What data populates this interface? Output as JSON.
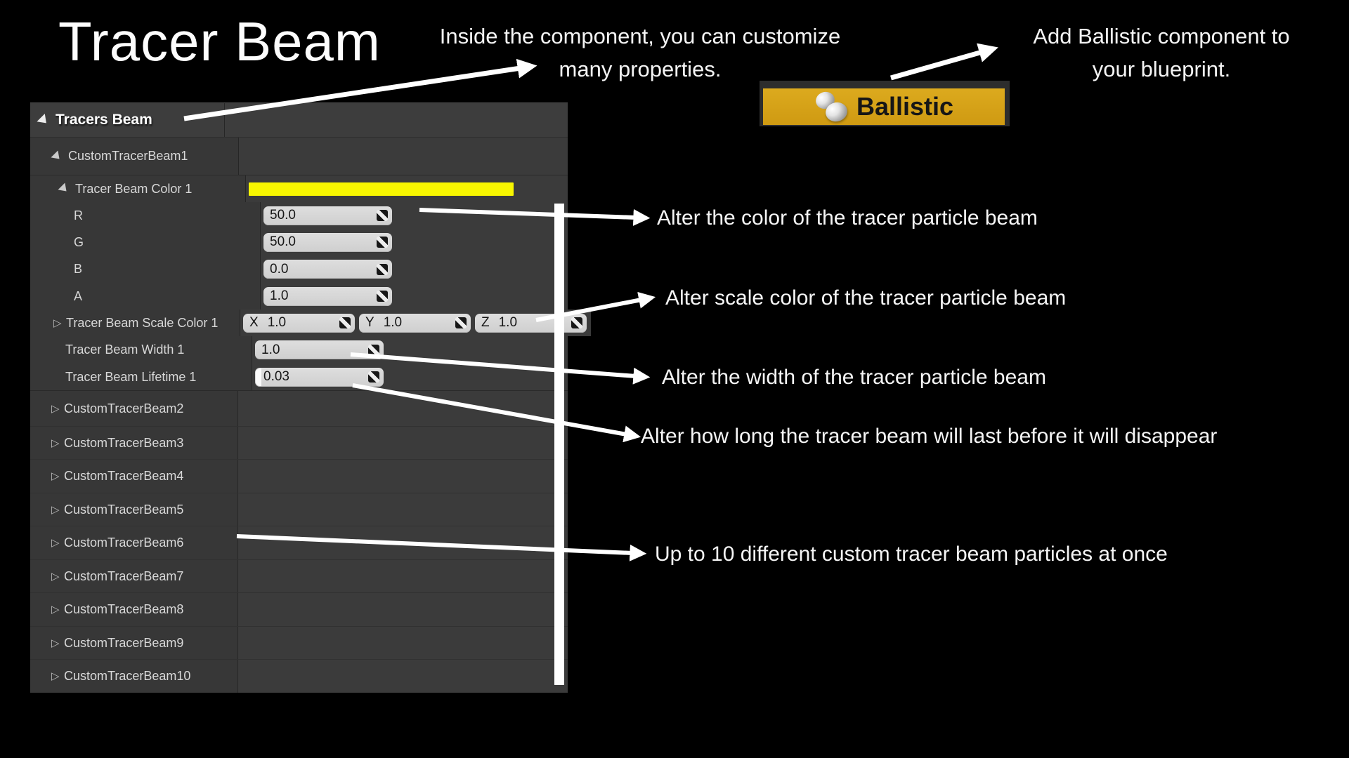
{
  "title": "Tracer Beam",
  "annotations": {
    "inside_line1": "Inside the component, you can customize",
    "inside_line2": "many properties.",
    "add_line1": "Add Ballistic component to",
    "add_line2": "your blueprint.",
    "color": "Alter the color of the tracer particle beam",
    "scale": "Alter scale color of the tracer particle beam",
    "width": "Alter the width of the tracer particle beam",
    "lifetime": "Alter how long the tracer beam will last before it will disappear",
    "count": "Up to 10 different custom tracer beam particles at once"
  },
  "component_button": {
    "label": "Ballistic",
    "icon": "spheres-icon",
    "bg_color": "#d7a017"
  },
  "panel": {
    "header": "Tracers Beam",
    "group1": "CustomTracerBeam1",
    "color_row": {
      "label": "Tracer Beam Color 1",
      "swatch_color": "#f8f600"
    },
    "channels": [
      {
        "label": "R",
        "value": "50.0"
      },
      {
        "label": "G",
        "value": "50.0"
      },
      {
        "label": "B",
        "value": "0.0"
      },
      {
        "label": "A",
        "value": "1.0"
      }
    ],
    "scale_row": {
      "label": "Tracer Beam Scale Color 1",
      "axes": [
        {
          "axis": "X",
          "value": "1.0"
        },
        {
          "axis": "Y",
          "value": "1.0"
        },
        {
          "axis": "Z",
          "value": "1.0"
        }
      ]
    },
    "width_row": {
      "label": "Tracer Beam Width 1",
      "value": "1.0"
    },
    "lifetime_row": {
      "label": "Tracer Beam Lifetime 1",
      "value": "0.03"
    },
    "collapsed_groups": [
      "CustomTracerBeam2",
      "CustomTracerBeam3",
      "CustomTracerBeam4",
      "CustomTracerBeam5",
      "CustomTracerBeam6",
      "CustomTracerBeam7",
      "CustomTracerBeam8",
      "CustomTracerBeam9",
      "CustomTracerBeam10"
    ],
    "collapsed_glyph": "▷"
  },
  "colors": {
    "arrow": "#ffffff",
    "panel_bg": "#373737"
  }
}
